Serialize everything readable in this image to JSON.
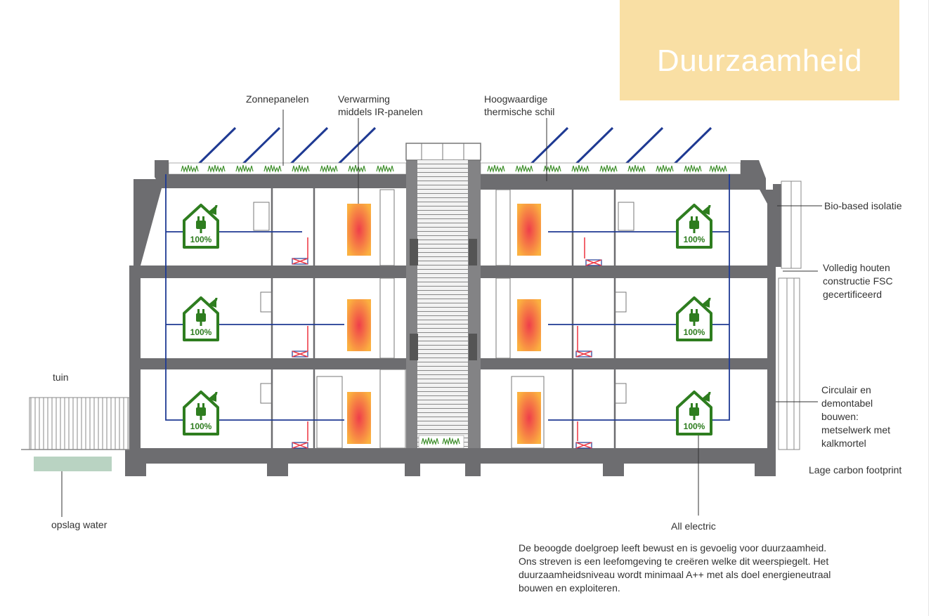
{
  "title": "Duurzaamheid",
  "labels": {
    "zonnepanelen": "Zonnepanelen",
    "verwarming_1": "Verwarming",
    "verwarming_2": "middels IR-panelen",
    "schil_1": "Hoogwaardige",
    "schil_2": "thermische schil",
    "biobased": "Bio-based isolatie",
    "hout_1": "Volledig houten",
    "hout_2": "constructie FSC",
    "hout_3": "gecertificeerd",
    "tuin": "tuin",
    "circulair_1": "Circulair en",
    "circulair_2": "demontabel",
    "circulair_3": "bouwen:",
    "circulair_4": "metselwerk met",
    "circulair_5": "kalkmortel",
    "carbon": "Lage carbon footprint",
    "opslag": "opslag water",
    "electric": "All electric"
  },
  "energy_badge": "100%",
  "description": [
    "De beoogde doelgroep leeft bewust en is gevoelig voor duurzaamheid.",
    "Ons streven is een leefomgeving te creëren welke dit weerspiegelt. Het",
    "duurzaamheidsniveau wordt minimaal A++ met als doel energieneutraal",
    "bouwen en exploiteren."
  ],
  "colors": {
    "accent_box": "#f9dfa4",
    "structure": "#6d6d70",
    "pipe": "#1f3a93",
    "house_icon": "#2e7d1f",
    "heater_hot": "#ef3e4a",
    "heater_warm": "#fbb040"
  }
}
